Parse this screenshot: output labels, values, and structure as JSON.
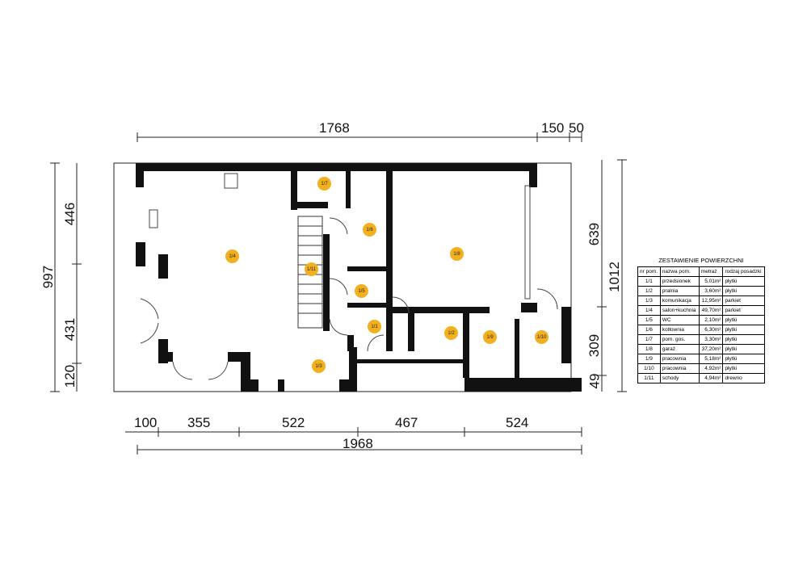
{
  "dimensions": {
    "top": {
      "main": "1768",
      "a": "150",
      "b": "50"
    },
    "left": {
      "total": "997",
      "a": "446",
      "b": "431",
      "c": "120"
    },
    "right": {
      "total": "1012",
      "a": "639",
      "b": "309",
      "c": "49"
    },
    "bottom": {
      "a": "100",
      "b": "355",
      "c": "522",
      "d": "467",
      "e": "524",
      "total": "1968"
    }
  },
  "rooms": [
    "1/1",
    "1/2",
    "1/3",
    "1/4",
    "1/5",
    "1/6",
    "1/7",
    "1/8",
    "1/9",
    "1/10",
    "1/11"
  ],
  "marker_color": "#f2b01e",
  "table": {
    "title": "ZESTAWIENIE POWIERZCHNI",
    "headers": [
      "nr pom.",
      "nazwa pom.",
      "metraż",
      "rodzaj posadzki"
    ],
    "rows": [
      [
        "1/1",
        "przedsionek",
        "5,01m²",
        "płytki"
      ],
      [
        "1/2",
        "pralnia",
        "3,60m²",
        "płytki"
      ],
      [
        "1/3",
        "komunikacja",
        "12,95m²",
        "parkiet"
      ],
      [
        "1/4",
        "salon+kuchnia",
        "49,70m²",
        "parkiet"
      ],
      [
        "1/5",
        "WC",
        "2,10m²",
        "płytki"
      ],
      [
        "1/6",
        "kotłownia",
        "6,30m²",
        "płytki"
      ],
      [
        "1/7",
        "pom. gos.",
        "3,30m²",
        "płytki"
      ],
      [
        "1/8",
        "garaż",
        "37,20m²",
        "płytki"
      ],
      [
        "1/9",
        "pracownia",
        "5,18m²",
        "płytki"
      ],
      [
        "1/10",
        "pracownia",
        "4,92m²",
        "płytki"
      ],
      [
        "1/11",
        "schody",
        "4,94m²",
        "drewno"
      ]
    ]
  }
}
